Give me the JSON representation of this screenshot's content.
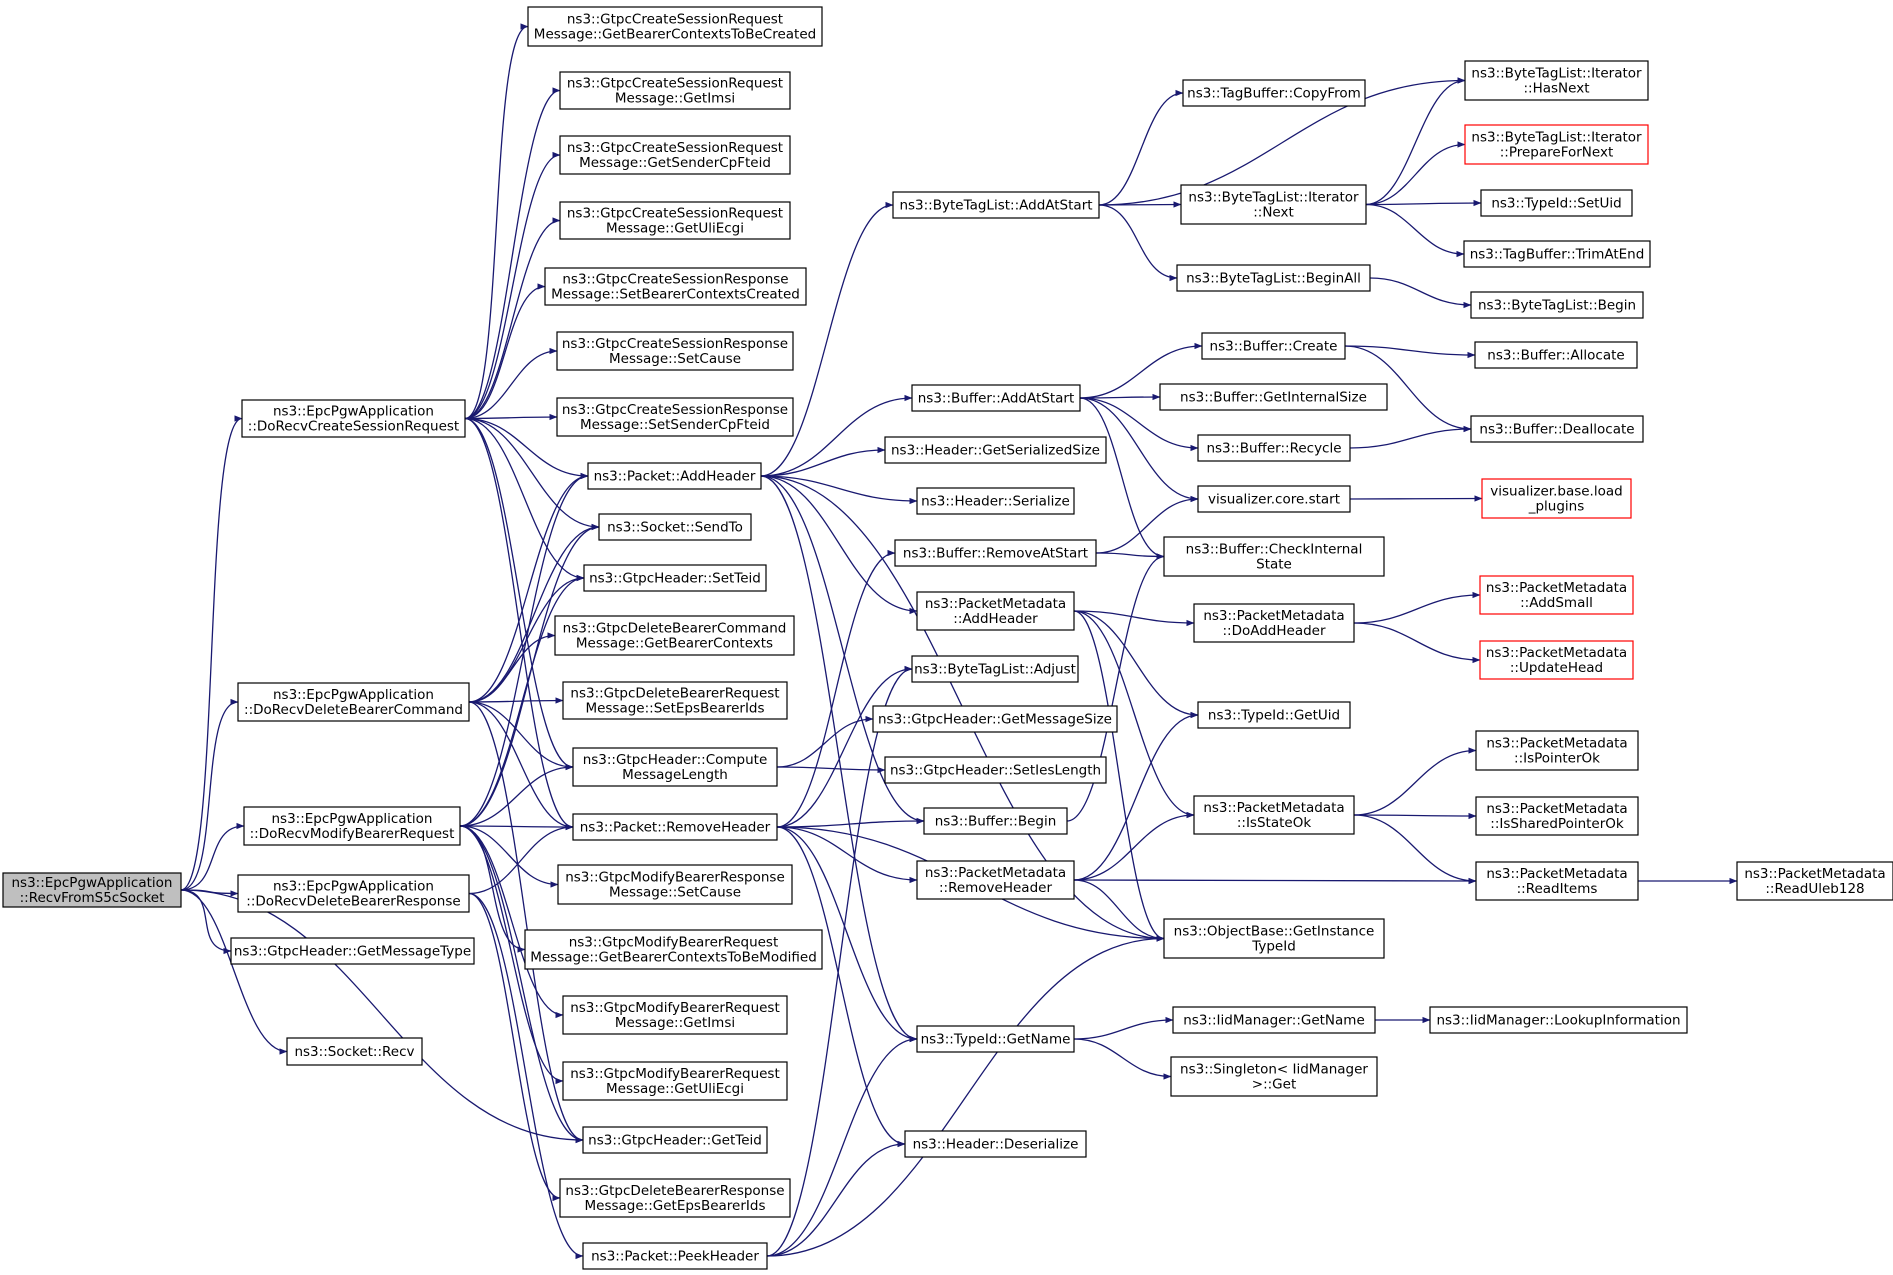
{
  "graph": {
    "edge_color": "#191970",
    "root_fill": "#bfbfbf",
    "missing_doc_color": "#ff0000",
    "nodes": [
      {
        "id": "n0",
        "lines": [
          "ns3::EpcPgwApplication",
          "::RecvFromS5cSocket"
        ],
        "style": "root"
      },
      {
        "id": "n1",
        "lines": [
          "ns3::EpcPgwApplication",
          "::DoRecvCreateSessionRequest"
        ]
      },
      {
        "id": "n2",
        "lines": [
          "ns3::EpcPgwApplication",
          "::DoRecvDeleteBearerCommand"
        ]
      },
      {
        "id": "n3",
        "lines": [
          "ns3::EpcPgwApplication",
          "::DoRecvModifyBearerRequest"
        ]
      },
      {
        "id": "n4",
        "lines": [
          "ns3::EpcPgwApplication",
          "::DoRecvDeleteBearerResponse"
        ]
      },
      {
        "id": "n5",
        "lines": [
          "ns3::GtpcHeader::GetMessageType"
        ]
      },
      {
        "id": "n6",
        "lines": [
          "ns3::Socket::Recv"
        ]
      },
      {
        "id": "n7",
        "lines": [
          "ns3::GtpcCreateSessionRequest",
          "Message::GetBearerContextsToBeCreated"
        ]
      },
      {
        "id": "n8",
        "lines": [
          "ns3::GtpcCreateSessionRequest",
          "Message::GetImsi"
        ]
      },
      {
        "id": "n9",
        "lines": [
          "ns3::GtpcCreateSessionRequest",
          "Message::GetSenderCpFteid"
        ]
      },
      {
        "id": "n10",
        "lines": [
          "ns3::GtpcCreateSessionRequest",
          "Message::GetUliEcgi"
        ]
      },
      {
        "id": "n11",
        "lines": [
          "ns3::GtpcCreateSessionResponse",
          "Message::SetBearerContextsCreated"
        ]
      },
      {
        "id": "n12",
        "lines": [
          "ns3::GtpcCreateSessionResponse",
          "Message::SetCause"
        ]
      },
      {
        "id": "n13",
        "lines": [
          "ns3::GtpcCreateSessionResponse",
          "Message::SetSenderCpFteid"
        ]
      },
      {
        "id": "n14",
        "lines": [
          "ns3::Packet::AddHeader"
        ]
      },
      {
        "id": "n15",
        "lines": [
          "ns3::Socket::SendTo"
        ]
      },
      {
        "id": "n16",
        "lines": [
          "ns3::GtpcHeader::SetTeid"
        ]
      },
      {
        "id": "n17",
        "lines": [
          "ns3::GtpcDeleteBearerCommand",
          "Message::GetBearerContexts"
        ]
      },
      {
        "id": "n18",
        "lines": [
          "ns3::GtpcDeleteBearerRequest",
          "Message::SetEpsBearerIds"
        ]
      },
      {
        "id": "n19",
        "lines": [
          "ns3::GtpcHeader::Compute",
          "MessageLength"
        ]
      },
      {
        "id": "n20",
        "lines": [
          "ns3::Packet::RemoveHeader"
        ]
      },
      {
        "id": "n21",
        "lines": [
          "ns3::GtpcModifyBearerResponse",
          "Message::SetCause"
        ]
      },
      {
        "id": "n22",
        "lines": [
          "ns3::GtpcModifyBearerRequest",
          "Message::GetBearerContextsToBeModified"
        ]
      },
      {
        "id": "n23",
        "lines": [
          "ns3::GtpcModifyBearerRequest",
          "Message::GetImsi"
        ]
      },
      {
        "id": "n24",
        "lines": [
          "ns3::GtpcModifyBearerRequest",
          "Message::GetUliEcgi"
        ]
      },
      {
        "id": "n25",
        "lines": [
          "ns3::GtpcHeader::GetTeid"
        ]
      },
      {
        "id": "n26",
        "lines": [
          "ns3::GtpcDeleteBearerResponse",
          "Message::GetEpsBearerIds"
        ]
      },
      {
        "id": "n27",
        "lines": [
          "ns3::Packet::PeekHeader"
        ]
      },
      {
        "id": "n28",
        "lines": [
          "ns3::ByteTagList::AddAtStart"
        ]
      },
      {
        "id": "n29",
        "lines": [
          "ns3::Buffer::AddAtStart"
        ]
      },
      {
        "id": "n30",
        "lines": [
          "ns3::Header::GetSerializedSize"
        ]
      },
      {
        "id": "n31",
        "lines": [
          "ns3::Header::Serialize"
        ]
      },
      {
        "id": "n32",
        "lines": [
          "ns3::Buffer::RemoveAtStart"
        ]
      },
      {
        "id": "n33",
        "lines": [
          "ns3::PacketMetadata",
          "::AddHeader"
        ]
      },
      {
        "id": "n34",
        "lines": [
          "ns3::ByteTagList::Adjust"
        ]
      },
      {
        "id": "n35",
        "lines": [
          "ns3::GtpcHeader::GetMessageSize"
        ]
      },
      {
        "id": "n36",
        "lines": [
          "ns3::GtpcHeader::SetIesLength"
        ]
      },
      {
        "id": "n37",
        "lines": [
          "ns3::Buffer::Begin"
        ]
      },
      {
        "id": "n38",
        "lines": [
          "ns3::PacketMetadata",
          "::RemoveHeader"
        ]
      },
      {
        "id": "n39",
        "lines": [
          "ns3::TypeId::GetName"
        ]
      },
      {
        "id": "n40",
        "lines": [
          "ns3::Header::Deserialize"
        ]
      },
      {
        "id": "n41",
        "lines": [
          "ns3::TagBuffer::CopyFrom"
        ]
      },
      {
        "id": "n42",
        "lines": [
          "ns3::ByteTagList::Iterator",
          "::Next"
        ]
      },
      {
        "id": "n43",
        "lines": [
          "ns3::ByteTagList::BeginAll"
        ]
      },
      {
        "id": "n44",
        "lines": [
          "ns3::Buffer::Create"
        ]
      },
      {
        "id": "n45",
        "lines": [
          "ns3::Buffer::GetInternalSize"
        ]
      },
      {
        "id": "n46",
        "lines": [
          "ns3::Buffer::Recycle"
        ]
      },
      {
        "id": "n47",
        "lines": [
          "visualizer.core.start"
        ]
      },
      {
        "id": "n48",
        "lines": [
          "ns3::Buffer::CheckInternal",
          "State"
        ]
      },
      {
        "id": "n49",
        "lines": [
          "ns3::PacketMetadata",
          "::DoAddHeader"
        ]
      },
      {
        "id": "n50",
        "lines": [
          "ns3::TypeId::GetUid"
        ]
      },
      {
        "id": "n51",
        "lines": [
          "ns3::PacketMetadata",
          "::IsStateOk"
        ]
      },
      {
        "id": "n52",
        "lines": [
          "ns3::ObjectBase::GetInstance",
          "TypeId"
        ]
      },
      {
        "id": "n53",
        "lines": [
          "ns3::IidManager::GetName"
        ]
      },
      {
        "id": "n54",
        "lines": [
          "ns3::Singleton< IidManager",
          ">::Get"
        ]
      },
      {
        "id": "n55",
        "lines": [
          "ns3::ByteTagList::Iterator",
          "::HasNext"
        ]
      },
      {
        "id": "n56",
        "lines": [
          "ns3::ByteTagList::Iterator",
          "::PrepareForNext"
        ],
        "style": "red"
      },
      {
        "id": "n57",
        "lines": [
          "ns3::TypeId::SetUid"
        ]
      },
      {
        "id": "n58",
        "lines": [
          "ns3::TagBuffer::TrimAtEnd"
        ]
      },
      {
        "id": "n59",
        "lines": [
          "ns3::ByteTagList::Begin"
        ]
      },
      {
        "id": "n60",
        "lines": [
          "ns3::Buffer::Allocate"
        ]
      },
      {
        "id": "n61",
        "lines": [
          "ns3::Buffer::Deallocate"
        ]
      },
      {
        "id": "n62",
        "lines": [
          "visualizer.base.load",
          "_plugins"
        ],
        "style": "red"
      },
      {
        "id": "n63",
        "lines": [
          "ns3::PacketMetadata",
          "::AddSmall"
        ],
        "style": "red"
      },
      {
        "id": "n64",
        "lines": [
          "ns3::PacketMetadata",
          "::UpdateHead"
        ],
        "style": "red"
      },
      {
        "id": "n65",
        "lines": [
          "ns3::PacketMetadata",
          "::IsPointerOk"
        ]
      },
      {
        "id": "n66",
        "lines": [
          "ns3::PacketMetadata",
          "::IsSharedPointerOk"
        ]
      },
      {
        "id": "n67",
        "lines": [
          "ns3::PacketMetadata",
          "::ReadItems"
        ]
      },
      {
        "id": "n68",
        "lines": [
          "ns3::PacketMetadata",
          "::ReadUleb128"
        ]
      },
      {
        "id": "n69",
        "lines": [
          "ns3::IidManager::LookupInformation"
        ]
      }
    ],
    "edges": [
      [
        "n0",
        "n1"
      ],
      [
        "n0",
        "n2"
      ],
      [
        "n0",
        "n3"
      ],
      [
        "n0",
        "n4"
      ],
      [
        "n0",
        "n5"
      ],
      [
        "n0",
        "n6"
      ],
      [
        "n0",
        "n25"
      ],
      [
        "n1",
        "n7"
      ],
      [
        "n1",
        "n8"
      ],
      [
        "n1",
        "n9"
      ],
      [
        "n1",
        "n10"
      ],
      [
        "n1",
        "n11"
      ],
      [
        "n1",
        "n12"
      ],
      [
        "n1",
        "n13"
      ],
      [
        "n1",
        "n14"
      ],
      [
        "n1",
        "n15"
      ],
      [
        "n1",
        "n16"
      ],
      [
        "n1",
        "n19"
      ],
      [
        "n1",
        "n20"
      ],
      [
        "n2",
        "n14"
      ],
      [
        "n2",
        "n15"
      ],
      [
        "n2",
        "n16"
      ],
      [
        "n2",
        "n17"
      ],
      [
        "n2",
        "n18"
      ],
      [
        "n2",
        "n19"
      ],
      [
        "n2",
        "n20"
      ],
      [
        "n2",
        "n25"
      ],
      [
        "n3",
        "n14"
      ],
      [
        "n3",
        "n15"
      ],
      [
        "n3",
        "n16"
      ],
      [
        "n3",
        "n19"
      ],
      [
        "n3",
        "n20"
      ],
      [
        "n3",
        "n21"
      ],
      [
        "n3",
        "n22"
      ],
      [
        "n3",
        "n23"
      ],
      [
        "n3",
        "n24"
      ],
      [
        "n3",
        "n25"
      ],
      [
        "n4",
        "n20"
      ],
      [
        "n4",
        "n26"
      ],
      [
        "n4",
        "n27"
      ],
      [
        "n14",
        "n28"
      ],
      [
        "n14",
        "n29"
      ],
      [
        "n14",
        "n30"
      ],
      [
        "n14",
        "n31"
      ],
      [
        "n14",
        "n33"
      ],
      [
        "n14",
        "n37"
      ],
      [
        "n14",
        "n39"
      ],
      [
        "n14",
        "n52"
      ],
      [
        "n20",
        "n32"
      ],
      [
        "n20",
        "n34"
      ],
      [
        "n20",
        "n37"
      ],
      [
        "n20",
        "n38"
      ],
      [
        "n20",
        "n39"
      ],
      [
        "n20",
        "n40"
      ],
      [
        "n20",
        "n52"
      ],
      [
        "n19",
        "n35"
      ],
      [
        "n19",
        "n36"
      ],
      [
        "n27",
        "n34"
      ],
      [
        "n27",
        "n39"
      ],
      [
        "n27",
        "n40"
      ],
      [
        "n27",
        "n52"
      ],
      [
        "n28",
        "n41"
      ],
      [
        "n28",
        "n42"
      ],
      [
        "n28",
        "n43"
      ],
      [
        "n28",
        "n55"
      ],
      [
        "n42",
        "n55"
      ],
      [
        "n42",
        "n56"
      ],
      [
        "n42",
        "n57"
      ],
      [
        "n42",
        "n58"
      ],
      [
        "n43",
        "n59"
      ],
      [
        "n29",
        "n44"
      ],
      [
        "n29",
        "n45"
      ],
      [
        "n29",
        "n46"
      ],
      [
        "n29",
        "n47"
      ],
      [
        "n29",
        "n48"
      ],
      [
        "n44",
        "n60"
      ],
      [
        "n44",
        "n61"
      ],
      [
        "n46",
        "n61"
      ],
      [
        "n47",
        "n62"
      ],
      [
        "n32",
        "n47"
      ],
      [
        "n32",
        "n48"
      ],
      [
        "n37",
        "n48"
      ],
      [
        "n33",
        "n49"
      ],
      [
        "n33",
        "n50"
      ],
      [
        "n33",
        "n51"
      ],
      [
        "n33",
        "n52"
      ],
      [
        "n49",
        "n63"
      ],
      [
        "n49",
        "n64"
      ],
      [
        "n38",
        "n50"
      ],
      [
        "n38",
        "n51"
      ],
      [
        "n38",
        "n52"
      ],
      [
        "n38",
        "n67"
      ],
      [
        "n51",
        "n65"
      ],
      [
        "n51",
        "n66"
      ],
      [
        "n51",
        "n67"
      ],
      [
        "n67",
        "n68"
      ],
      [
        "n39",
        "n53"
      ],
      [
        "n39",
        "n54"
      ],
      [
        "n53",
        "n69"
      ]
    ]
  }
}
